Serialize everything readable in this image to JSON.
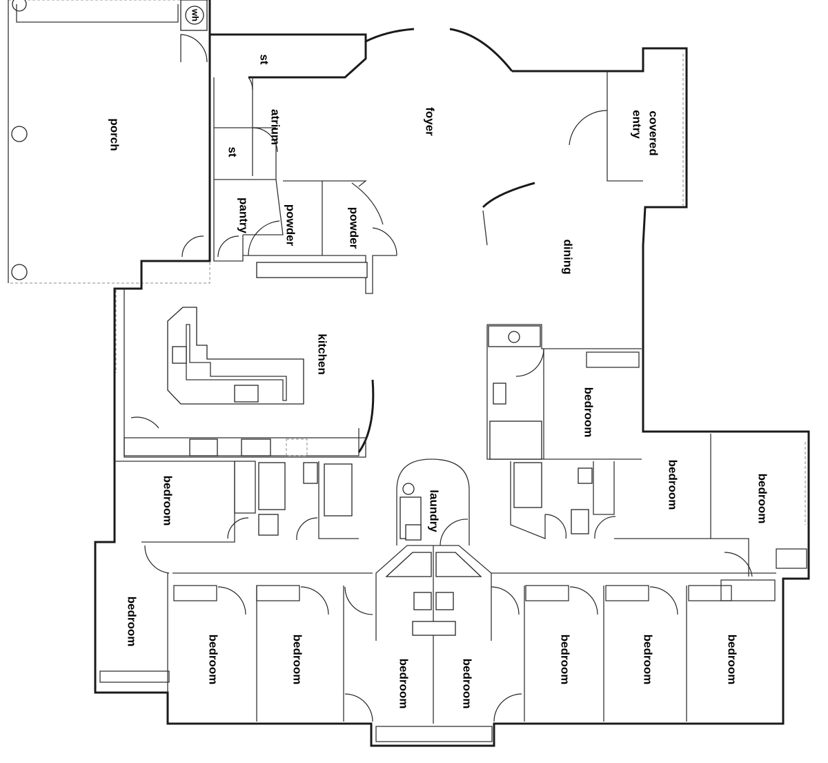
{
  "rooms": {
    "porch": "porch",
    "wh": "wh",
    "st1": "st",
    "st2": "st",
    "atrium": "atrium",
    "foyer": "foyer",
    "covered_entry_1": "covered",
    "covered_entry_2": "entry",
    "pantry": "pantry",
    "powder1": "powder",
    "powder2": "powder",
    "dining": "dining",
    "kitchen": "kitchen",
    "bedroom_ne": "bedroom",
    "bedroom_w": "bedroom",
    "laundry": "laundry",
    "bedroom_e1": "bedroom",
    "bedroom_e2": "bedroom",
    "bedroom_sw": "bedroom",
    "bedroom_s1": "bedroom",
    "bedroom_s2": "bedroom",
    "bedroom_s3": "bedroom",
    "bedroom_s4": "bedroom",
    "bedroom_s5": "bedroom",
    "bedroom_s6": "bedroom",
    "bedroom_s7": "bedroom"
  }
}
